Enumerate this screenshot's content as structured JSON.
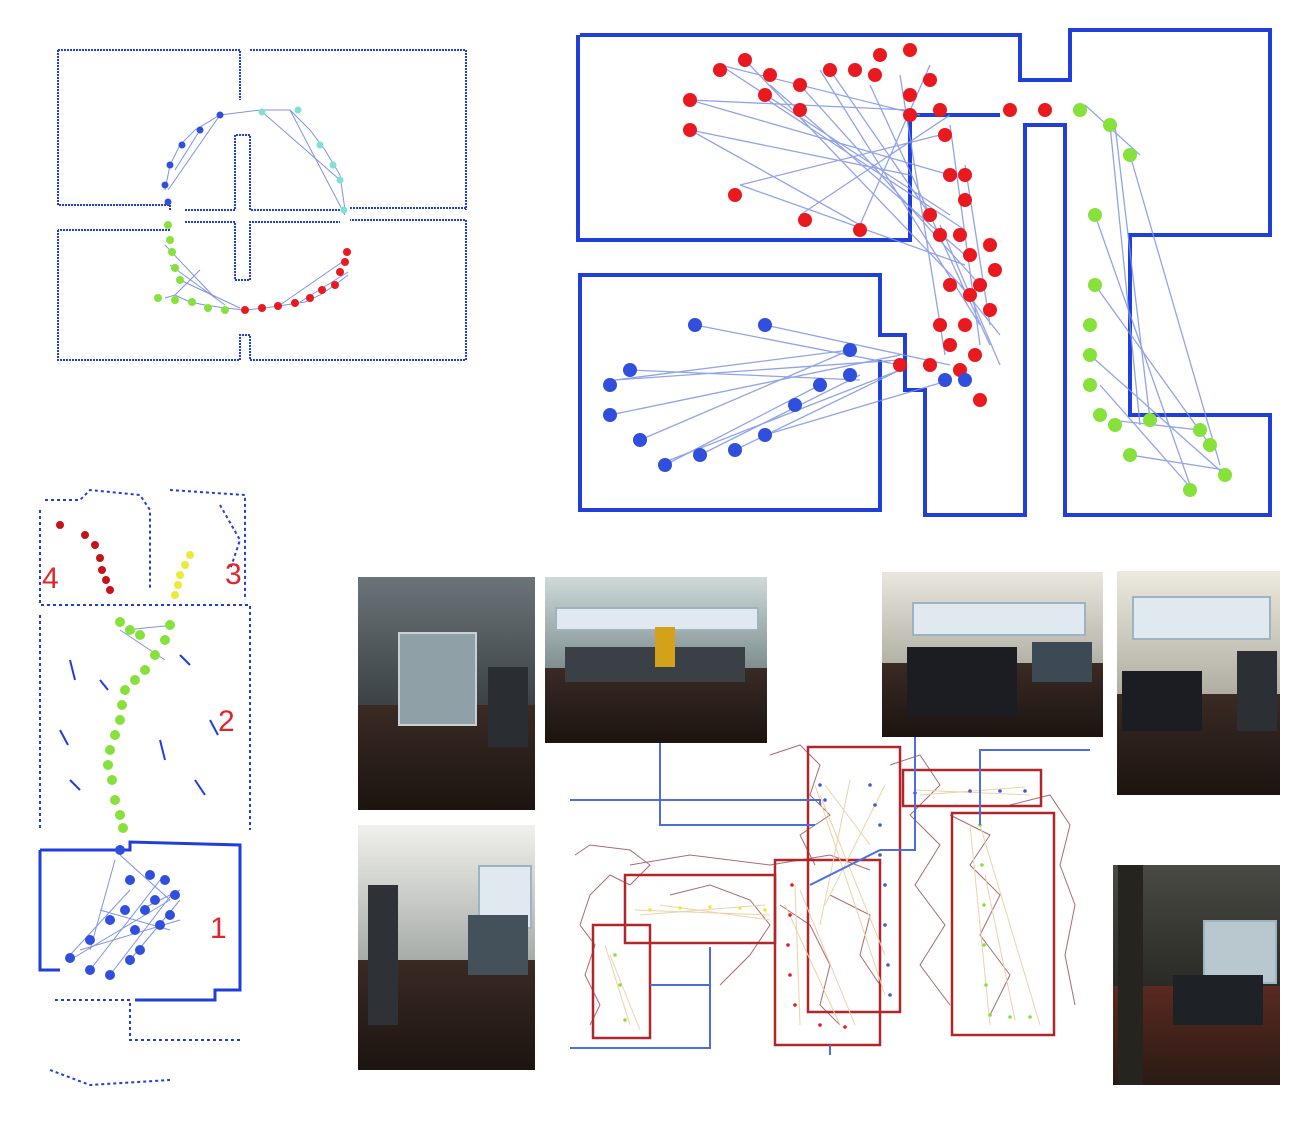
{
  "region_labels": {
    "r1": "1",
    "r2": "2",
    "r3": "3",
    "r4": "4"
  },
  "colors": {
    "wall": "#1f3fd8",
    "edge": "#6f86e3",
    "red_cluster": "#e8191f",
    "blue_cluster": "#2f4fdc",
    "green_cluster": "#86e23a",
    "cyan_cluster": "#7fe0d5",
    "yellow_cluster": "#ecea3a",
    "dark_red_cluster": "#c4141a",
    "box_outline": "#b0262a",
    "link_line": "#4e6ee0",
    "label_red": "#e0262b"
  },
  "photos": [
    {
      "name": "photo-glass-door"
    },
    {
      "name": "photo-office-workstations"
    },
    {
      "name": "photo-office-windows-desks"
    },
    {
      "name": "photo-office-right-desks"
    },
    {
      "name": "photo-storage-room"
    },
    {
      "name": "photo-dark-office-corner"
    }
  ]
}
